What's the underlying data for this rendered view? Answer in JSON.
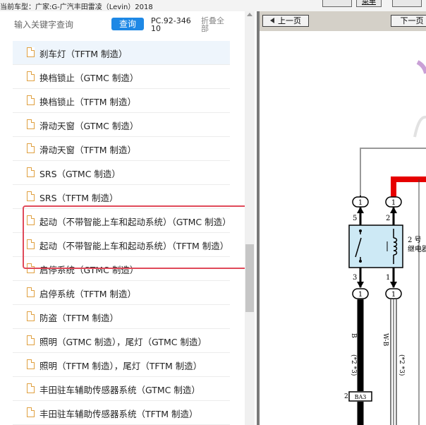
{
  "window": {
    "car_model": "当前车型：广家:G-广汽丰田雷凌（Levin）2018",
    "menu_label": "菜单"
  },
  "search": {
    "placeholder": "输入关键字查询",
    "query_button": "查询",
    "pc_code": "PC.92-34610",
    "collapse_all": "折叠全部"
  },
  "tree": {
    "items": [
      {
        "label": "刹车灯（TFTM 制造）"
      },
      {
        "label": "换档锁止（GTMC 制造）"
      },
      {
        "label": "换档锁止（TFTM 制造）"
      },
      {
        "label": "滑动天窗（GTMC 制造）"
      },
      {
        "label": "滑动天窗（TFTM 制造）"
      },
      {
        "label": "SRS（GTMC 制造）"
      },
      {
        "label": "SRS（TFTM 制造）"
      },
      {
        "label": "起动（不带智能上车和起动系统）（GTMC 制造）"
      },
      {
        "label": "起动（不带智能上车和起动系统）（TFTM 制造）"
      },
      {
        "label": "启停系统（GTMC 制造）"
      },
      {
        "label": "启停系统（TFTM 制造）"
      },
      {
        "label": "防盗（TFTM 制造）"
      },
      {
        "label": "照明（GTMC 制造），尾灯（GTMC 制造）"
      },
      {
        "label": "照明（TFTM 制造），尾灯（TFTM 制造）"
      },
      {
        "label": "丰田驻车辅助传感器系统（GTMC 制造）"
      },
      {
        "label": "丰田驻车辅助传感器系统（TFTM 制造）"
      }
    ]
  },
  "viewer": {
    "prev_label": "上一页",
    "next_label": "下一页"
  },
  "diagram": {
    "connector_num": "1",
    "pin_5": "5",
    "pin_2_top": "2",
    "pin_3": "3",
    "pin_1": "1",
    "relay_label_1": "2 号",
    "relay_label_2": "继电器",
    "wire_b": "B",
    "wire_wb": "W-B",
    "wire_note": "(*2 *3)",
    "pin_2_bottom": "2",
    "ba3_label": "BA3"
  },
  "colors": {
    "accent": "#1e88e5",
    "highlight_border": "#e04a5a",
    "wire_red": "#e60000",
    "relay_fill": "#cde9f5"
  }
}
